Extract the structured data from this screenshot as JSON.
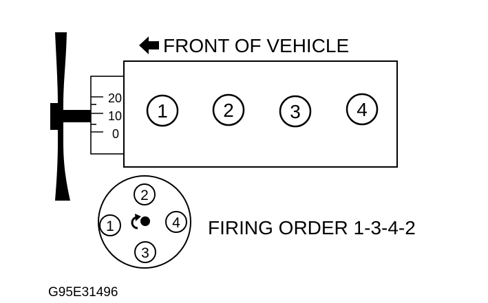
{
  "header": {
    "front_label": "FRONT OF VEHICLE"
  },
  "timing_scale": {
    "marks": [
      "20",
      "10",
      "0"
    ]
  },
  "cylinders": [
    "1",
    "2",
    "3",
    "4"
  ],
  "distributor": {
    "terminals": {
      "top": "2",
      "right": "4",
      "bottom": "3",
      "left": "1"
    },
    "rotation": "counterclockwise"
  },
  "firing_order_label": "FIRING ORDER 1-3-4-2",
  "figure_code": "G95E31496",
  "colors": {
    "ink": "#000000",
    "paper": "#ffffff"
  }
}
